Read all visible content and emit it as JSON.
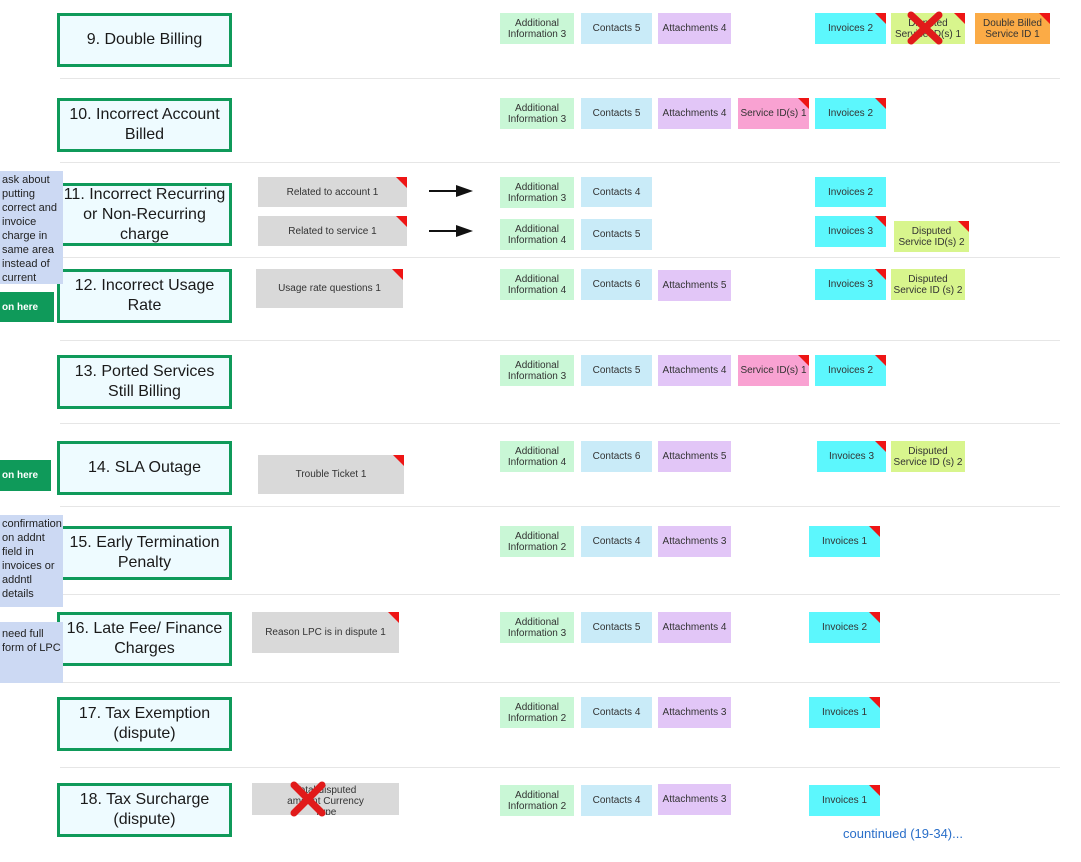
{
  "rows": {
    "r9": {
      "title": "9. Double Billing",
      "info": "Additional Information 3",
      "contacts": "Contacts 5",
      "attachments": "Attachments 4",
      "invoices": "Invoices 2",
      "disputed": "Disputed Service ID(s) 1",
      "double_billed": "Double Billed Service ID 1"
    },
    "r10": {
      "title": "10. Incorrect Account Billed",
      "info": "Additional Information 3",
      "contacts": "Contacts 5",
      "attachments": "Attachments 4",
      "service_ids": "Service ID(s) 1",
      "invoices": "Invoices 2"
    },
    "r11": {
      "title": "11. Incorrect Recurring or Non-Recurring charge",
      "related_account": "Related to account 1",
      "related_service": "Related to service 1",
      "info_a": "Additional Information 3",
      "contacts_a": "Contacts 4",
      "invoices_a": "Invoices 2",
      "info_b": "Additional Information 4",
      "contacts_b": "Contacts 5",
      "invoices_b": "Invoices 3",
      "disputed_b": "Disputed Service ID(s) 2"
    },
    "r12": {
      "title": "12. Incorrect Usage Rate",
      "extra": "Usage rate questions 1",
      "info": "Additional Information 4",
      "contacts": "Contacts 6",
      "attachments": "Attachments 5",
      "invoices": "Invoices 3",
      "disputed": "Disputed Service ID (s) 2"
    },
    "r13": {
      "title": "13. Ported Services Still Billing",
      "info": "Additional Information 3",
      "contacts": "Contacts 5",
      "attachments": "Attachments 4",
      "service_ids": "Service ID(s) 1",
      "invoices": "Invoices 2"
    },
    "r14": {
      "title": "14. SLA Outage",
      "extra": "Trouble Ticket 1",
      "info": "Additional Information 4",
      "contacts": "Contacts 6",
      "attachments": "Attachments 5",
      "invoices": "Invoices 3",
      "disputed": "Disputed Service ID (s) 2"
    },
    "r15": {
      "title": "15. Early Termination Penalty",
      "info": "Additional Information 2",
      "contacts": "Contacts 4",
      "attachments": "Attachments 3",
      "invoices": "Invoices 1"
    },
    "r16": {
      "title": "16. Late Fee/ Finance Charges",
      "extra": "Reason LPC is in dispute 1",
      "info": "Additional Information 3",
      "contacts": "Contacts 5",
      "attachments": "Attachments 4",
      "invoices": "Invoices 2"
    },
    "r17": {
      "title": "17. Tax Exemption (dispute)",
      "info": "Additional Information 2",
      "contacts": "Contacts 4",
      "attachments": "Attachments 3",
      "invoices": "Invoices 1"
    },
    "r18": {
      "title": "18. Tax Surcharge (dispute)",
      "extra": "Total disputed amount Currency Type",
      "info": "Additional Information 2",
      "contacts": "Contacts 4",
      "attachments": "Attachments 3",
      "invoices": "Invoices 1"
    }
  },
  "notes": {
    "note_a": "ask about putting correct and invoice charge in same area instead of current",
    "note_b": "confirmation on addnt field in invoices or addntl details",
    "note_c": "need full form of LPC",
    "btn_a": "on here",
    "btn_b": "on here"
  },
  "footer": {
    "continued": "countinued (19-34)..."
  },
  "colors": {
    "title_border": "#0f9a5a",
    "title_fill": "#eefbff",
    "info": "#c9f7d6",
    "contacts": "#c9ebf8",
    "attachments": "#e2c6f7",
    "service_ids": "#f9a2d2",
    "invoices": "#5cf7fd",
    "disputed": "#d8f58d",
    "double_billed": "#fbab46",
    "extra": "#d9d9d9",
    "flag": "#ee1515",
    "note": "#ccd9f3",
    "note_button": "#0f9a5a",
    "cross": "#e11a1a",
    "link": "#2a6fc9"
  },
  "icons": {
    "cross": "red-x-icon",
    "arrow": "right-arrow-icon"
  }
}
